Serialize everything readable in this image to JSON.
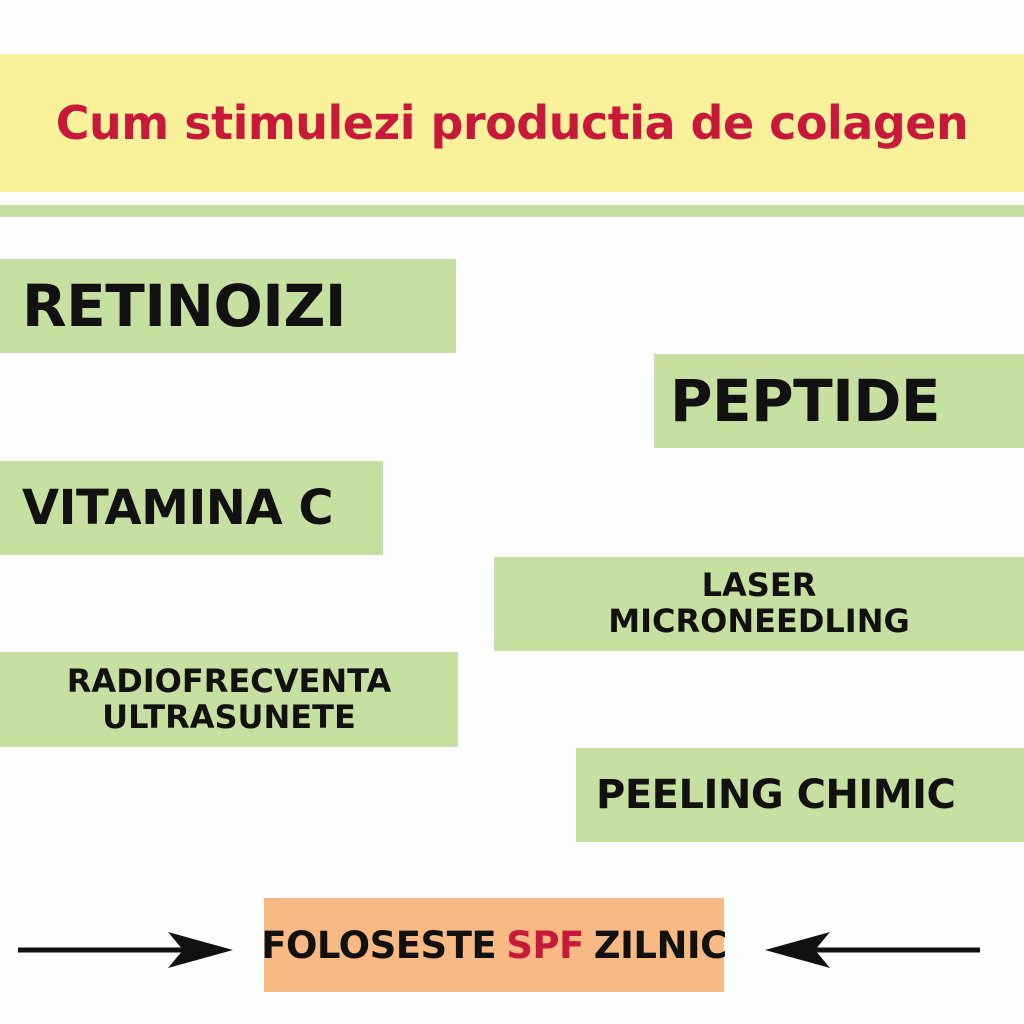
{
  "title": "Cum stimulezi productia de colagen",
  "items": {
    "retinoizi": "RETINOIZI",
    "peptide": "PEPTIDE",
    "vitamina_c": "VITAMINA C",
    "laser_line1": "LASER",
    "laser_line2": "MICRONEEDLING",
    "radio_line1": "RADIOFRECVENTA",
    "radio_line2": "ULTRASUNETE",
    "peeling": "PEELING CHIMIC"
  },
  "footer": {
    "prefix": "FOLOSESTE",
    "accent": "SPF",
    "suffix": "ZILNIC"
  },
  "colors": {
    "title_band": "#f9f29a",
    "title_text": "#c8183c",
    "green_box": "#c5e0a0",
    "spf_box": "#f9b982",
    "accent": "#c8183c",
    "text": "#111111"
  },
  "icons": {
    "left": "arrow-right-icon",
    "right": "arrow-left-icon"
  }
}
